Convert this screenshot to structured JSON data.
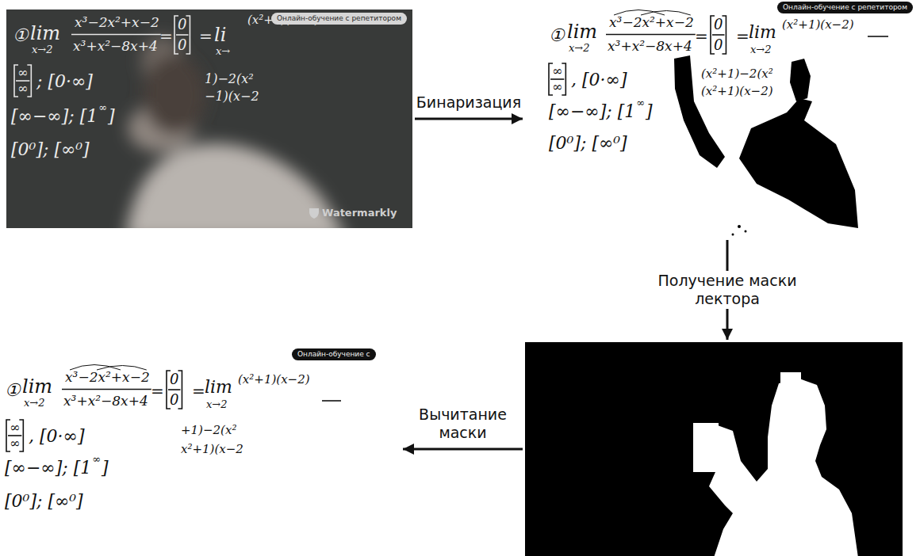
{
  "diagram": {
    "nodes": [
      {
        "text": [
          "①",
          "lim",
          "x→2",
          "x³−2x²+x−2",
          "x³+x²−8x+4",
          "=",
          "0",
          "0",
          "=",
          "li",
          "x→",
          "(x²+1)(x−2)",
          "∞",
          "∞",
          "; [0·∞]",
          "[∞−∞]; [1",
          "∞",
          "]",
          "[0⁰]; [∞⁰]",
          "1)−2(x²",
          "−1)(x−2",
          "Онлайн-обучение с репетитором",
          "Watermarkly"
        ]
      },
      {
        "text": [
          "①",
          "lim",
          "x→2",
          "x³−2x²+x−2",
          "x³+x²−8x+4",
          "=",
          "0",
          "0",
          "=",
          "lim",
          "x→2",
          "(x²+1)(x−2)",
          "∞",
          "∞",
          ", [0·∞]",
          "[∞−∞]; [1",
          "∞",
          "]",
          "[0⁰]; [∞⁰]",
          "(x²+1)−2(x²",
          "(x²+1)(x−2)",
          "Онлайн-обучение с репетитором"
        ]
      },
      {
        "text": []
      },
      {
        "text": [
          "①",
          "lim",
          "x→2",
          "x³−2x²+x−2",
          "x³+x²−8x+4",
          "=",
          "0",
          "0",
          "=",
          "lim",
          "x→2",
          "(x²+1)(x−2)",
          "∞",
          "∞",
          ", [0·∞]",
          "[∞−∞]; [1",
          "∞",
          "]",
          "[0⁰]; [∞⁰]",
          "+1)−2(x²",
          "x²+1)(x−2",
          "Онлайн-обучение с"
        ]
      }
    ],
    "edges": [
      {
        "from": 0,
        "to": 1,
        "label": "Бинаризация",
        "arrow": "to"
      },
      {
        "from": 1,
        "to": 2,
        "label": "Получение маски лектора",
        "arrow": "to"
      },
      {
        "from": 2,
        "to": 3,
        "label": "Вычитание маски",
        "arrow": "to"
      }
    ]
  }
}
